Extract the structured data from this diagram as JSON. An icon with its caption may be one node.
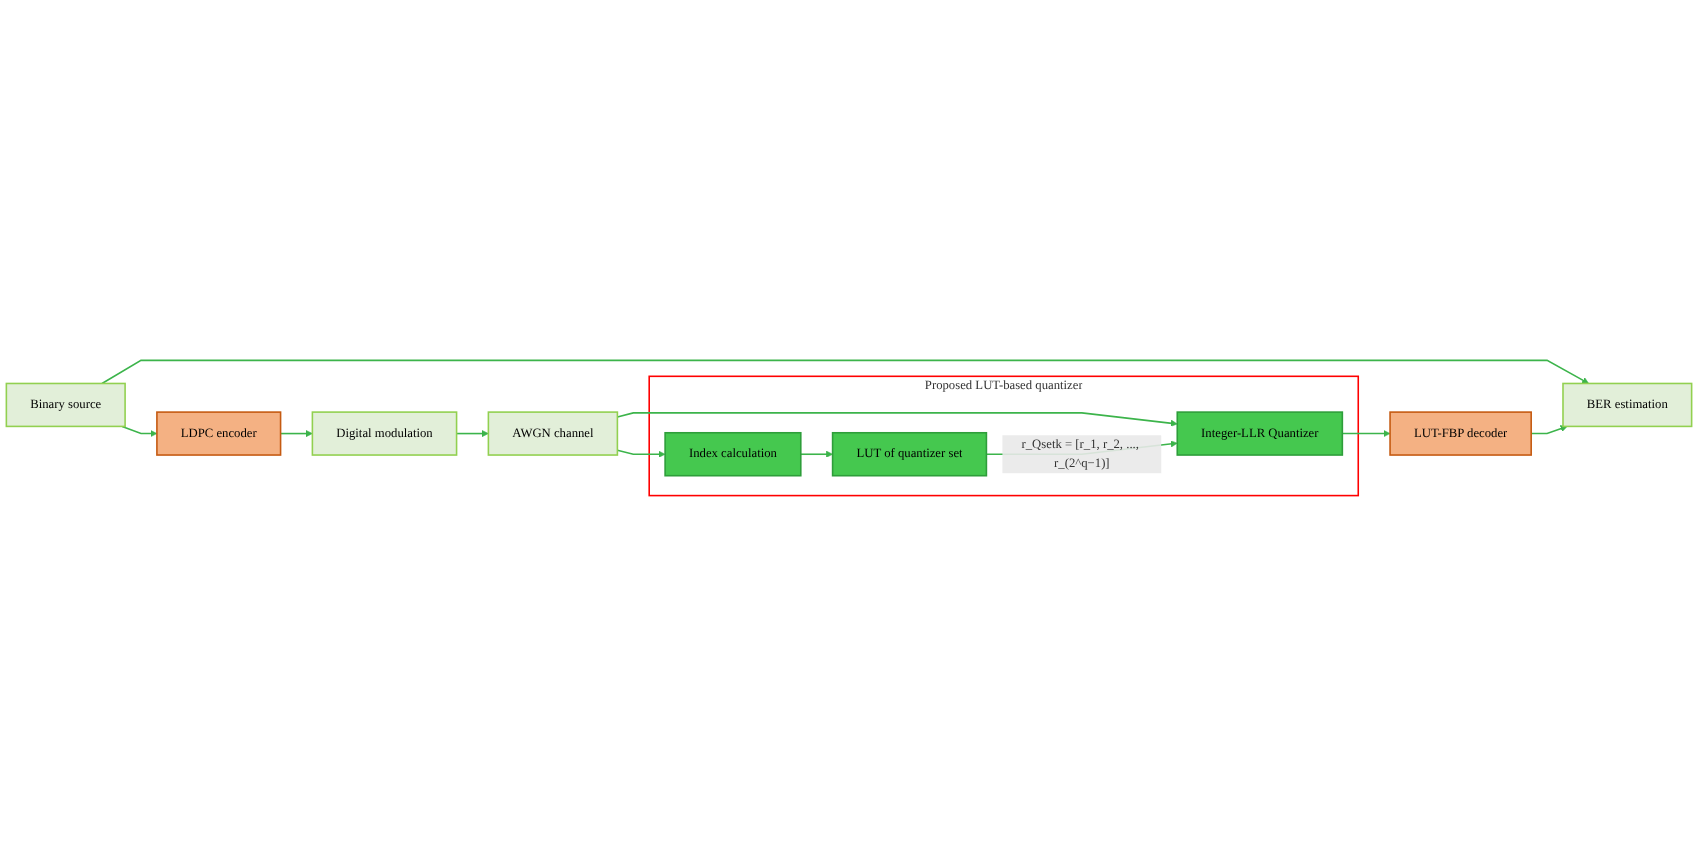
{
  "diagram": {
    "nodes": [
      {
        "text": [
          "Binary source"
        ]
      },
      {
        "text": [
          "LDPC encoder"
        ]
      },
      {
        "text": [
          "Digital modulation"
        ]
      },
      {
        "text": [
          "AWGN channel"
        ]
      },
      {
        "text": [
          "BER estimation"
        ]
      },
      {
        "text": [
          "Proposed LUT-based quantizer"
        ]
      },
      {
        "text": [
          "LUT of quantizer set"
        ],
        "in": 5
      },
      {
        "text": [
          "Index calculation"
        ],
        "in": 5
      },
      {
        "text": [
          "Integer-LLR Quantizer"
        ],
        "in": 5
      },
      {
        "text": [
          "LUT-FBP decoder"
        ]
      }
    ],
    "edges": [
      {
        "from": 0,
        "to": 1,
        "arrow": "to"
      },
      {
        "from": 0,
        "to": 4,
        "arrow": "to"
      },
      {
        "from": 1,
        "to": 2,
        "arrow": "to"
      },
      {
        "from": 2,
        "to": 3,
        "arrow": "to"
      },
      {
        "from": 3,
        "to": 7,
        "arrow": "to"
      },
      {
        "from": 3,
        "to": 8,
        "arrow": "to"
      },
      {
        "from": 7,
        "to": 6,
        "arrow": "to"
      },
      {
        "from": 6,
        "to": 8,
        "arrow": "to",
        "label": "r_Qsetk = [r_1, r_2, ..., r_(2^q−1)]"
      },
      {
        "from": 8,
        "to": 9,
        "arrow": "to"
      },
      {
        "from": 9,
        "to": 4,
        "arrow": "to"
      }
    ]
  }
}
